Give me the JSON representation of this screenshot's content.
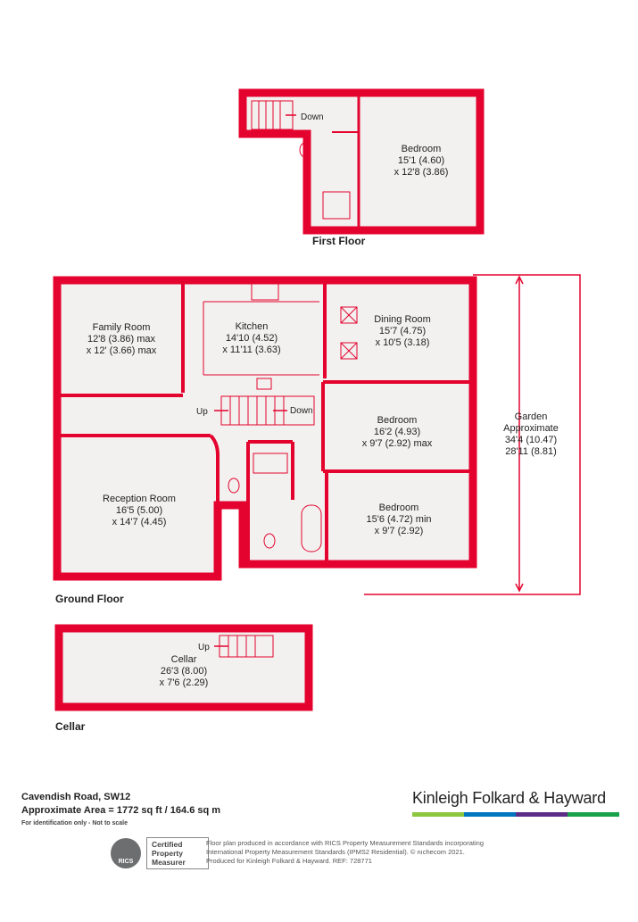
{
  "colors": {
    "wall": "#e4032e",
    "floor": "#f2f1f0",
    "text": "#222222"
  },
  "floors": {
    "first": {
      "label": "First Floor",
      "stairs": "Down",
      "rooms": [
        {
          "name": "Bedroom",
          "dim1": "15'1 (4.60)",
          "dim2": "x 12'8 (3.86)"
        }
      ]
    },
    "ground": {
      "label": "Ground Floor",
      "stairs_up": "Up",
      "stairs_down": "Down",
      "rooms": [
        {
          "name": "Family Room",
          "dim1": "12'8 (3.86) max",
          "dim2": "x 12' (3.66) max"
        },
        {
          "name": "Kitchen",
          "dim1": "14'10 (4.52)",
          "dim2": "x 11'11 (3.63)"
        },
        {
          "name": "Dining Room",
          "dim1": "15'7 (4.75)",
          "dim2": "x 10'5 (3.18)"
        },
        {
          "name": "Bedroom",
          "dim1": "16'2 (4.93)",
          "dim2": "x 9'7 (2.92) max"
        },
        {
          "name": "Reception Room",
          "dim1": "16'5 (5.00)",
          "dim2": "x 14'7 (4.45)"
        },
        {
          "name": "Bedroom",
          "dim1": "15'6 (4.72) min",
          "dim2": "x 9'7 (2.92)"
        }
      ],
      "garden": {
        "name": "Garden",
        "line2": "Approximate",
        "dim1": "34'4 (10.47)",
        "dim2": "28'11 (8.81)"
      }
    },
    "cellar": {
      "label": "Cellar",
      "stairs": "Up",
      "rooms": [
        {
          "name": "Cellar",
          "dim1": "26'3 (8.00)",
          "dim2": "x 7'6 (2.29)"
        }
      ]
    }
  },
  "footer": {
    "address": "Cavendish Road, SW12",
    "area": "Approximate Area = 1772 sq ft / 164.6 sq m",
    "note": "For identification only - Not to scale",
    "agency": "Kinleigh Folkard & Hayward",
    "brand_colors": [
      "#8dc63f",
      "#0075bf",
      "#5b2d86",
      "#1aa24a"
    ],
    "rics_seal": "RICS",
    "rics_badge": [
      "Certified",
      "Property",
      "Measurer"
    ],
    "disclaimer": [
      "Floor plan produced in accordance with RICS Property Measurement Standards incorporating",
      "International Property Measurement Standards (IPMS2 Residential).  © nıchecom 2021.",
      "Produced for Kinleigh Folkard & Hayward.   REF: 728771"
    ]
  }
}
